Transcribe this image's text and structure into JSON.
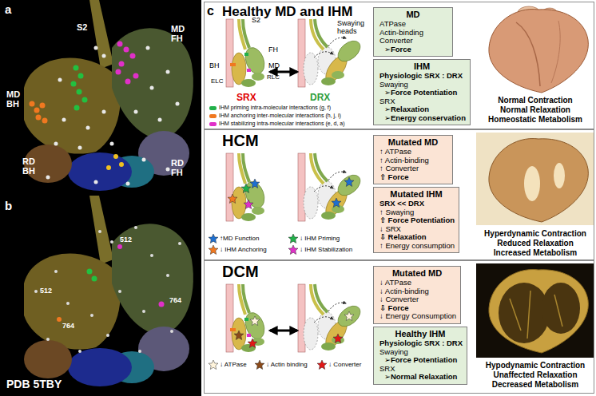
{
  "diagram": {
    "nodes": [
      {
        "text": [
          "Healthy MD and IHM"
        ]
      },
      {
        "text": [
          "MD",
          "ATPase",
          "Actin-binding",
          "Converter",
          "➢Force"
        ],
        "in": 0
      },
      {
        "text": [
          "IHM",
          "Physiologic SRX : DRX",
          "Swaying",
          "➢Force Potentiation",
          "SRX",
          "➢Relaxation",
          "➢Energy conservation"
        ],
        "in": 0
      },
      {
        "text": [
          "HCM"
        ]
      },
      {
        "text": [
          "Mutated MD",
          "↑ ATPase",
          "↑ Actin-binding",
          "↑ Converter",
          "⇧ Force"
        ],
        "in": 3
      },
      {
        "text": [
          "Mutated IHM",
          "SRX << DRX",
          "↑ Swaying",
          "⇧ Force Potentiation",
          "↓ SRX",
          "⇩ Relaxation",
          "↑ Energy consumption"
        ],
        "in": 3
      },
      {
        "text": [
          "DCM"
        ]
      },
      {
        "text": [
          "Mutated MD",
          "↓ ATPase",
          "↓ Actin-binding",
          "↓ Converter",
          "⇩ Force",
          "↓ Energy Consumption"
        ],
        "in": 6
      },
      {
        "text": [
          "Healthy IHM",
          "Physiologic SRX : DRX",
          "Swaying",
          "➢Force Potentiation",
          "SRX",
          "➢Normal Relaxation"
        ],
        "in": 6
      }
    ],
    "labels": [
      "a",
      "S2",
      "MD FH",
      "MD BH",
      "RD BH",
      "RD FH",
      "b",
      "512",
      "512",
      "764",
      "764",
      "PDB 5TBY",
      "c",
      "S2",
      "FH",
      "MD",
      "BH",
      "ELC",
      "RLC",
      "SRX",
      "DRX",
      "Swaying heads",
      "Normal Contraction",
      "Normal Relaxation",
      "Homeostatic Metabolism",
      "Hyperdynamic Contraction",
      "Reduced Relaxation",
      "Increased Metabolism",
      "Hypodynamic Contraction",
      "Unaffected Relaxation",
      "Decreased Metabolism"
    ],
    "legend": [
      {
        "text": "IHM priming intra-molecular interactions (g, f)",
        "color": "#22b04a"
      },
      {
        "text": "IHM anchoring inter-molecular interactions (h, j, i)",
        "color": "#f07820"
      },
      {
        "text": "IHM stabilizing intra-molecular interactions (e, d, a)",
        "color": "#e030c8"
      },
      {
        "text": "↑MD Function"
      },
      {
        "text": "↓ IHM Priming"
      },
      {
        "text": "↓ IHM Anchoring"
      },
      {
        "text": "↓ IHM Stabilization"
      },
      {
        "text": "↓ ATPase"
      },
      {
        "text": "↓ Actin binding"
      },
      {
        "text": "↓ Converter"
      }
    ]
  }
}
